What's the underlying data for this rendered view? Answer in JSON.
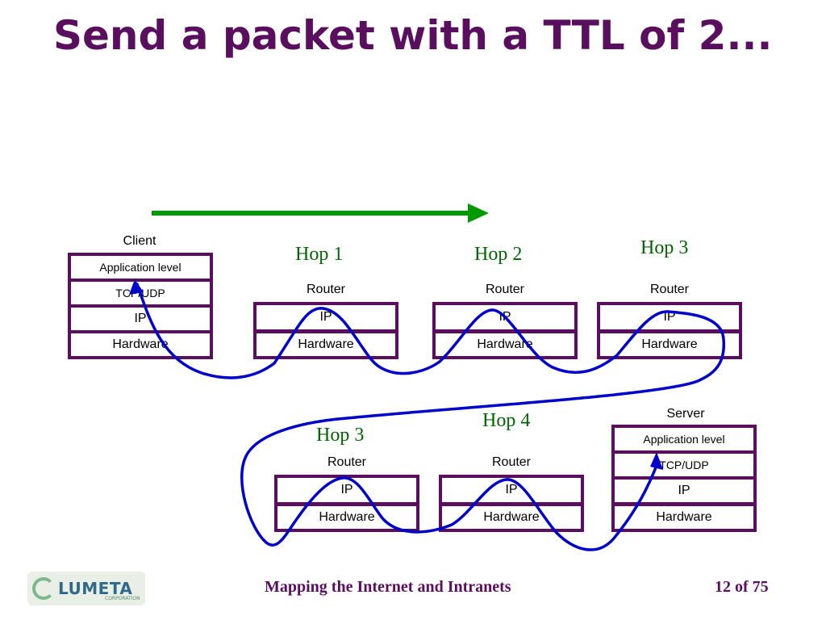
{
  "title": "Send a packet with a TTL of 2...",
  "client": {
    "label": "Client",
    "layers": [
      "Application level",
      "TCP/UDP",
      "IP",
      "Hardware"
    ]
  },
  "server": {
    "label": "Server",
    "layers": [
      "Application level",
      "TCP/UDP",
      "IP",
      "Hardware"
    ]
  },
  "router_label": "Router",
  "router_layers": [
    "IP",
    "Hardware"
  ],
  "hops": {
    "top_row": [
      "Hop 1",
      "Hop 2",
      "Hop 3"
    ],
    "bottom_row": [
      "Hop 3",
      "Hop 4"
    ]
  },
  "footer": {
    "logo_text": "LUMETA",
    "logo_sub": "CORPORATION",
    "center_text": "Mapping the Internet and Intranets",
    "page_current": "12",
    "page_of": "of",
    "page_total": "75"
  },
  "colors": {
    "title": "#5a0e5e",
    "box_border": "#5a0e5e",
    "arrow": "#009900",
    "path": "#0000cc",
    "hop_text": "#006600"
  }
}
